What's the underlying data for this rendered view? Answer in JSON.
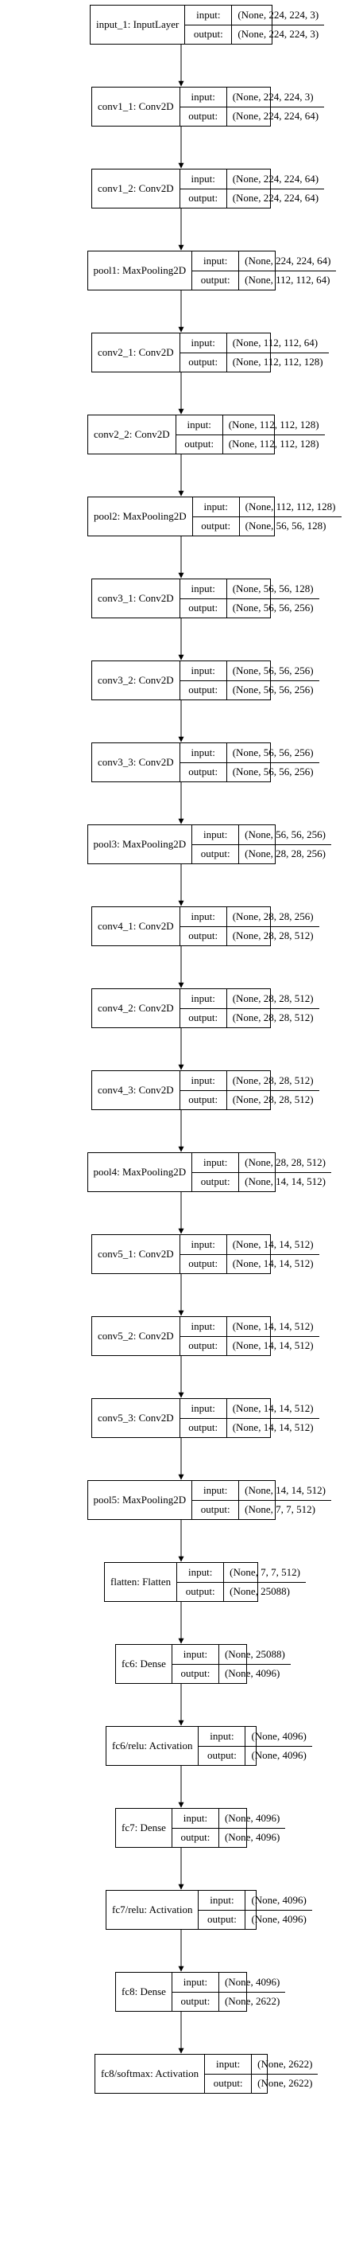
{
  "io_labels": {
    "input": "input:",
    "output": "output:"
  },
  "layers": [
    {
      "name": "input_1: InputLayer",
      "input": "(None, 224, 224, 3)",
      "output": "(None, 224, 224, 3)"
    },
    {
      "name": "conv1_1: Conv2D",
      "input": "(None, 224, 224, 3)",
      "output": "(None, 224, 224, 64)"
    },
    {
      "name": "conv1_2: Conv2D",
      "input": "(None, 224, 224, 64)",
      "output": "(None, 224, 224, 64)"
    },
    {
      "name": "pool1: MaxPooling2D",
      "input": "(None, 224, 224, 64)",
      "output": "(None, 112, 112, 64)"
    },
    {
      "name": "conv2_1: Conv2D",
      "input": "(None, 112, 112, 64)",
      "output": "(None, 112, 112, 128)"
    },
    {
      "name": "conv2_2: Conv2D",
      "input": "(None, 112, 112, 128)",
      "output": "(None, 112, 112, 128)"
    },
    {
      "name": "pool2: MaxPooling2D",
      "input": "(None, 112, 112, 128)",
      "output": "(None, 56, 56, 128)"
    },
    {
      "name": "conv3_1: Conv2D",
      "input": "(None, 56, 56, 128)",
      "output": "(None, 56, 56, 256)"
    },
    {
      "name": "conv3_2: Conv2D",
      "input": "(None, 56, 56, 256)",
      "output": "(None, 56, 56, 256)"
    },
    {
      "name": "conv3_3: Conv2D",
      "input": "(None, 56, 56, 256)",
      "output": "(None, 56, 56, 256)"
    },
    {
      "name": "pool3: MaxPooling2D",
      "input": "(None, 56, 56, 256)",
      "output": "(None, 28, 28, 256)"
    },
    {
      "name": "conv4_1: Conv2D",
      "input": "(None, 28, 28, 256)",
      "output": "(None, 28, 28, 512)"
    },
    {
      "name": "conv4_2: Conv2D",
      "input": "(None, 28, 28, 512)",
      "output": "(None, 28, 28, 512)"
    },
    {
      "name": "conv4_3: Conv2D",
      "input": "(None, 28, 28, 512)",
      "output": "(None, 28, 28, 512)"
    },
    {
      "name": "pool4: MaxPooling2D",
      "input": "(None, 28, 28, 512)",
      "output": "(None, 14, 14, 512)"
    },
    {
      "name": "conv5_1: Conv2D",
      "input": "(None, 14, 14, 512)",
      "output": "(None, 14, 14, 512)"
    },
    {
      "name": "conv5_2: Conv2D",
      "input": "(None, 14, 14, 512)",
      "output": "(None, 14, 14, 512)"
    },
    {
      "name": "conv5_3: Conv2D",
      "input": "(None, 14, 14, 512)",
      "output": "(None, 14, 14, 512)"
    },
    {
      "name": "pool5: MaxPooling2D",
      "input": "(None, 14, 14, 512)",
      "output": "(None, 7, 7, 512)"
    },
    {
      "name": "flatten: Flatten",
      "input": "(None, 7, 7, 512)",
      "output": "(None, 25088)"
    },
    {
      "name": "fc6: Dense",
      "input": "(None, 25088)",
      "output": "(None, 4096)"
    },
    {
      "name": "fc6/relu: Activation",
      "input": "(None, 4096)",
      "output": "(None, 4096)"
    },
    {
      "name": "fc7: Dense",
      "input": "(None, 4096)",
      "output": "(None, 4096)"
    },
    {
      "name": "fc7/relu: Activation",
      "input": "(None, 4096)",
      "output": "(None, 4096)"
    },
    {
      "name": "fc8: Dense",
      "input": "(None, 4096)",
      "output": "(None, 2622)"
    },
    {
      "name": "fc8/softmax: Activation",
      "input": "(None, 2622)",
      "output": "(None, 2622)"
    }
  ]
}
